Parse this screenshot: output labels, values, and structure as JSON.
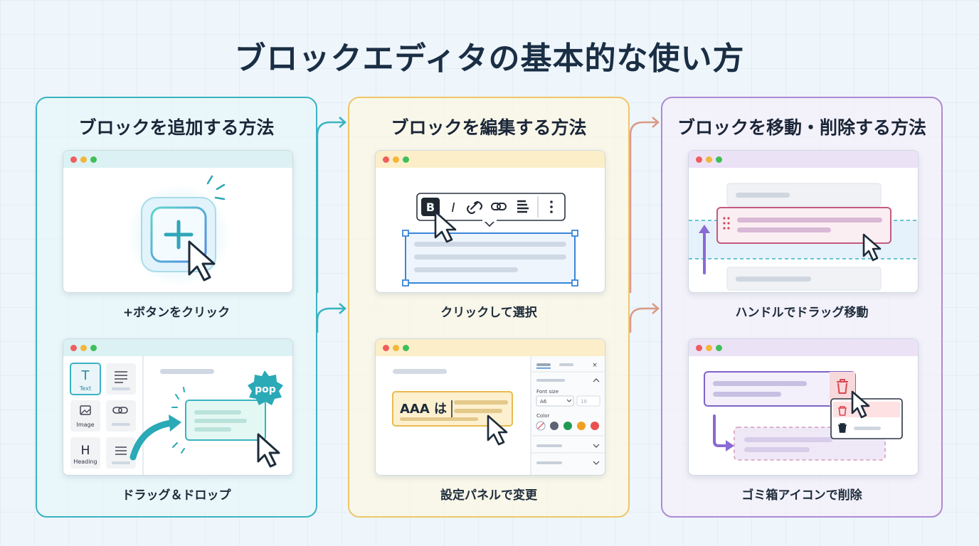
{
  "title": "ブロックエディタの基本的な使い方",
  "panels": [
    {
      "title": "ブロックを追加する方法",
      "step1": "+ボタンをクリック",
      "step2": "ドラッグ＆ドロップ",
      "sidebar_blocks": [
        {
          "icon": "T",
          "label": "Text"
        },
        {
          "icon": "image-icon",
          "label": "Image"
        },
        {
          "icon": "H",
          "label": "Heading"
        }
      ],
      "badge": "pop"
    },
    {
      "title": "ブロックを編集する方法",
      "step1": "クリックして選択",
      "step2": "設定パネルで変更",
      "toolbar_bold": "B",
      "toolbar_italic": "I",
      "edit_text": "AAA は",
      "font_size_label": "Font size",
      "font_size_value": "A6",
      "font_size_number": "10",
      "color_label": "Color",
      "swatches": [
        "#ffffff",
        "#5a6472",
        "#1f9a55",
        "#f0a020",
        "#e85050"
      ]
    },
    {
      "title": "ブロックを移動・削除する方法",
      "step1": "ハンドルでドラッグ移動",
      "step2": "ゴミ箱アイコンで削除"
    }
  ],
  "colors": {
    "teal": "#3ab3c2",
    "yellow": "#efc56a",
    "purple": "#b089d4",
    "red": "#e0555d",
    "blue": "#3a86d8"
  }
}
